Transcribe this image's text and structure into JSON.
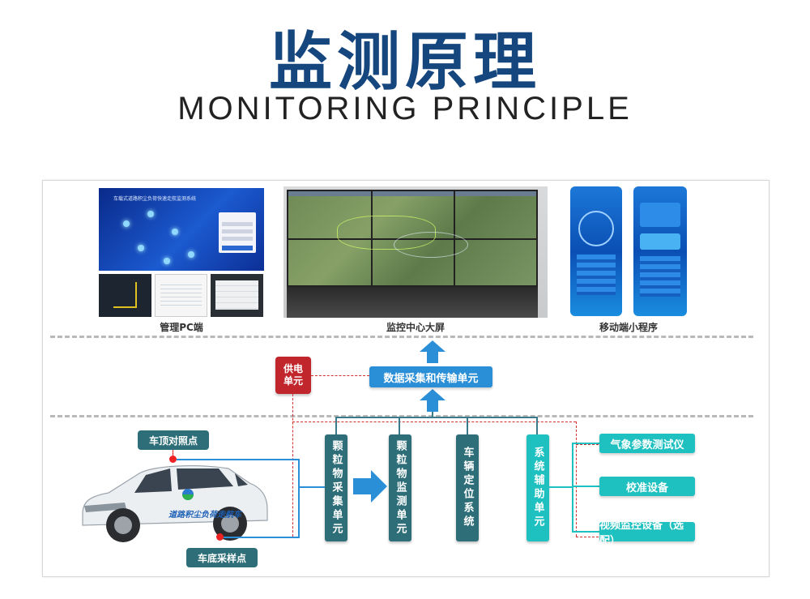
{
  "header": {
    "title_cn": "监测原理",
    "title_en": "MONITORING PRINCIPLE"
  },
  "screens": {
    "pc_system_title": "车载式道路积尘负荷快速走航监测系统",
    "pc_caption": "管理PC端",
    "bigscreen_caption": "监控中心大屏",
    "mobile_caption": "移动端小程序"
  },
  "flow": {
    "transfer_unit": "数据采集和传输单元",
    "power_unit": "供电单元",
    "units": [
      "颗粒物采集单元",
      "颗粒物监测单元",
      "车辆定位系统",
      "系统辅助单元"
    ],
    "aux_devices": [
      "气象参数测试仪",
      "校准设备",
      "视频监控设备（选配）"
    ],
    "roof_point": "车顶对照点",
    "bottom_point": "车底采样点",
    "car_text": "道路积尘负荷走航车"
  },
  "colors": {
    "title": "#15467e",
    "dark_teal": "#2d6e78",
    "cyan": "#1fc0c0",
    "arrow_blue": "#2a8fd6",
    "power_red": "#c0262b"
  }
}
